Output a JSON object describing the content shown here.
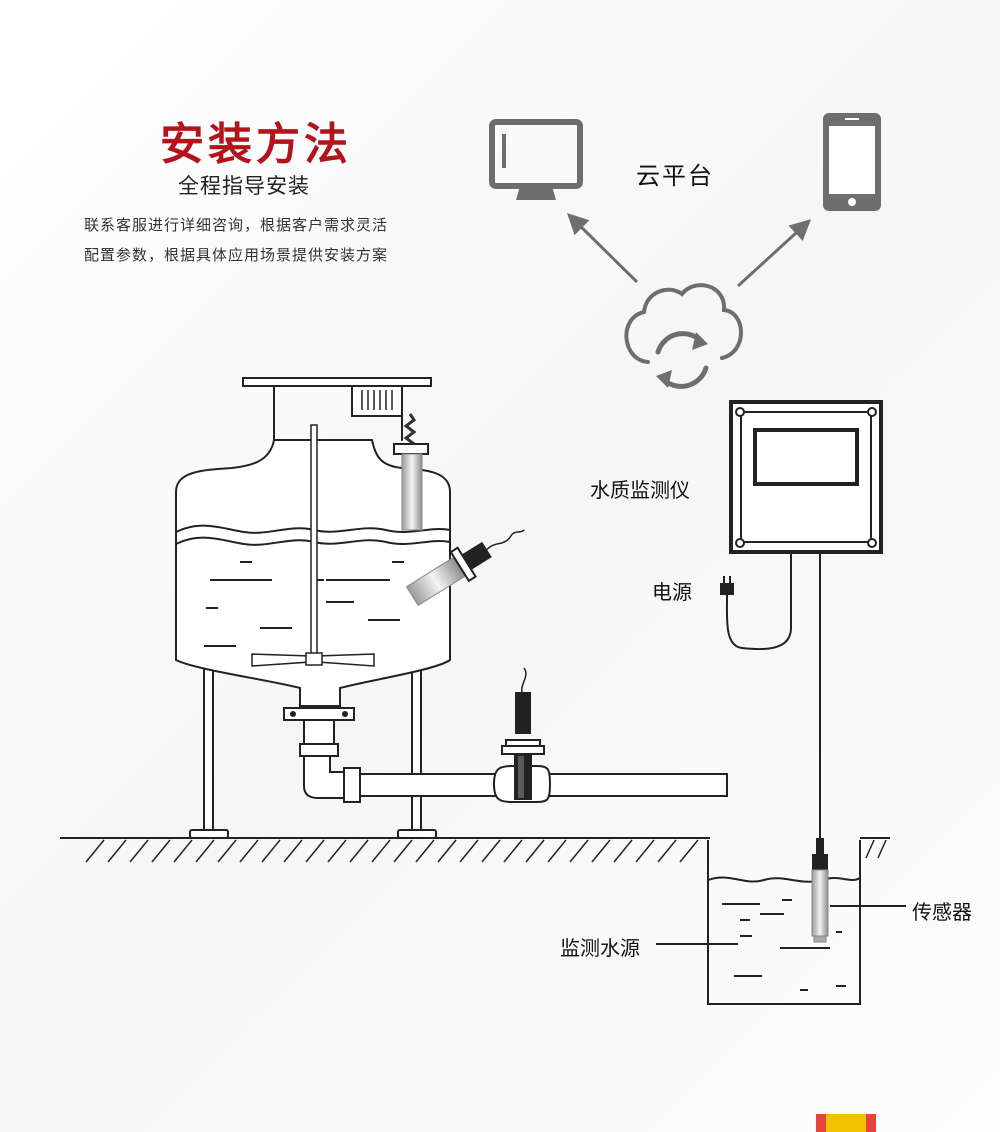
{
  "header": {
    "title": "安装方法",
    "subtitle": "全程指导安装",
    "description_line1": "联系客服进行详细咨询，根据客户需求灵活",
    "description_line2": "配置参数，根据具体应用场景提供安装方案"
  },
  "diagram": {
    "cloud_platform_label": "云平台",
    "analyzer_label": "水质监测仪",
    "power_label": "电源",
    "sensor_label": "传感器",
    "water_source_label": "监测水源"
  },
  "icons": {
    "monitor": "desktop-monitor-icon",
    "phone": "smartphone-icon",
    "cloud": "cloud-sync-icon",
    "plug": "power-plug-icon"
  },
  "colors": {
    "title_red": "#b3141c",
    "device_gray": "#6e6e6e",
    "badge_yellow": "#f2c200",
    "badge_red": "#e8433a"
  }
}
